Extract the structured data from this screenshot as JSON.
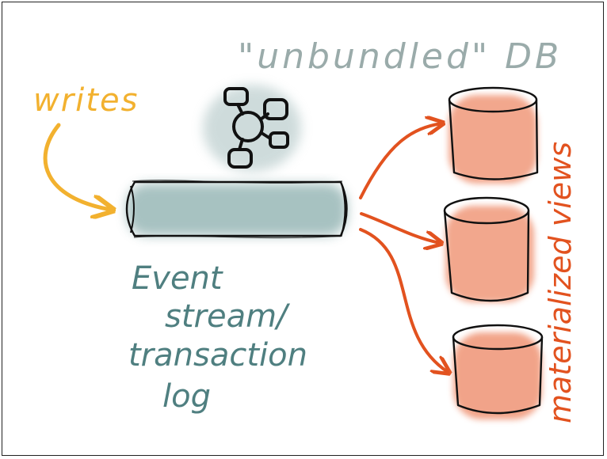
{
  "title": "\"unbundled\" DB",
  "writes_label": "writes",
  "log_label": {
    "line1": "Event",
    "line2": "stream/",
    "line3": "transaction",
    "line4": "log"
  },
  "views_label": "materialized views",
  "colors": {
    "title": "#9aabaa",
    "writes": "#f2b12f",
    "log_text": "#4f7f80",
    "log_fill": "#8fb1b0",
    "views": "#e2521f",
    "views_fill": "#ee8a68",
    "ink": "#111111"
  }
}
